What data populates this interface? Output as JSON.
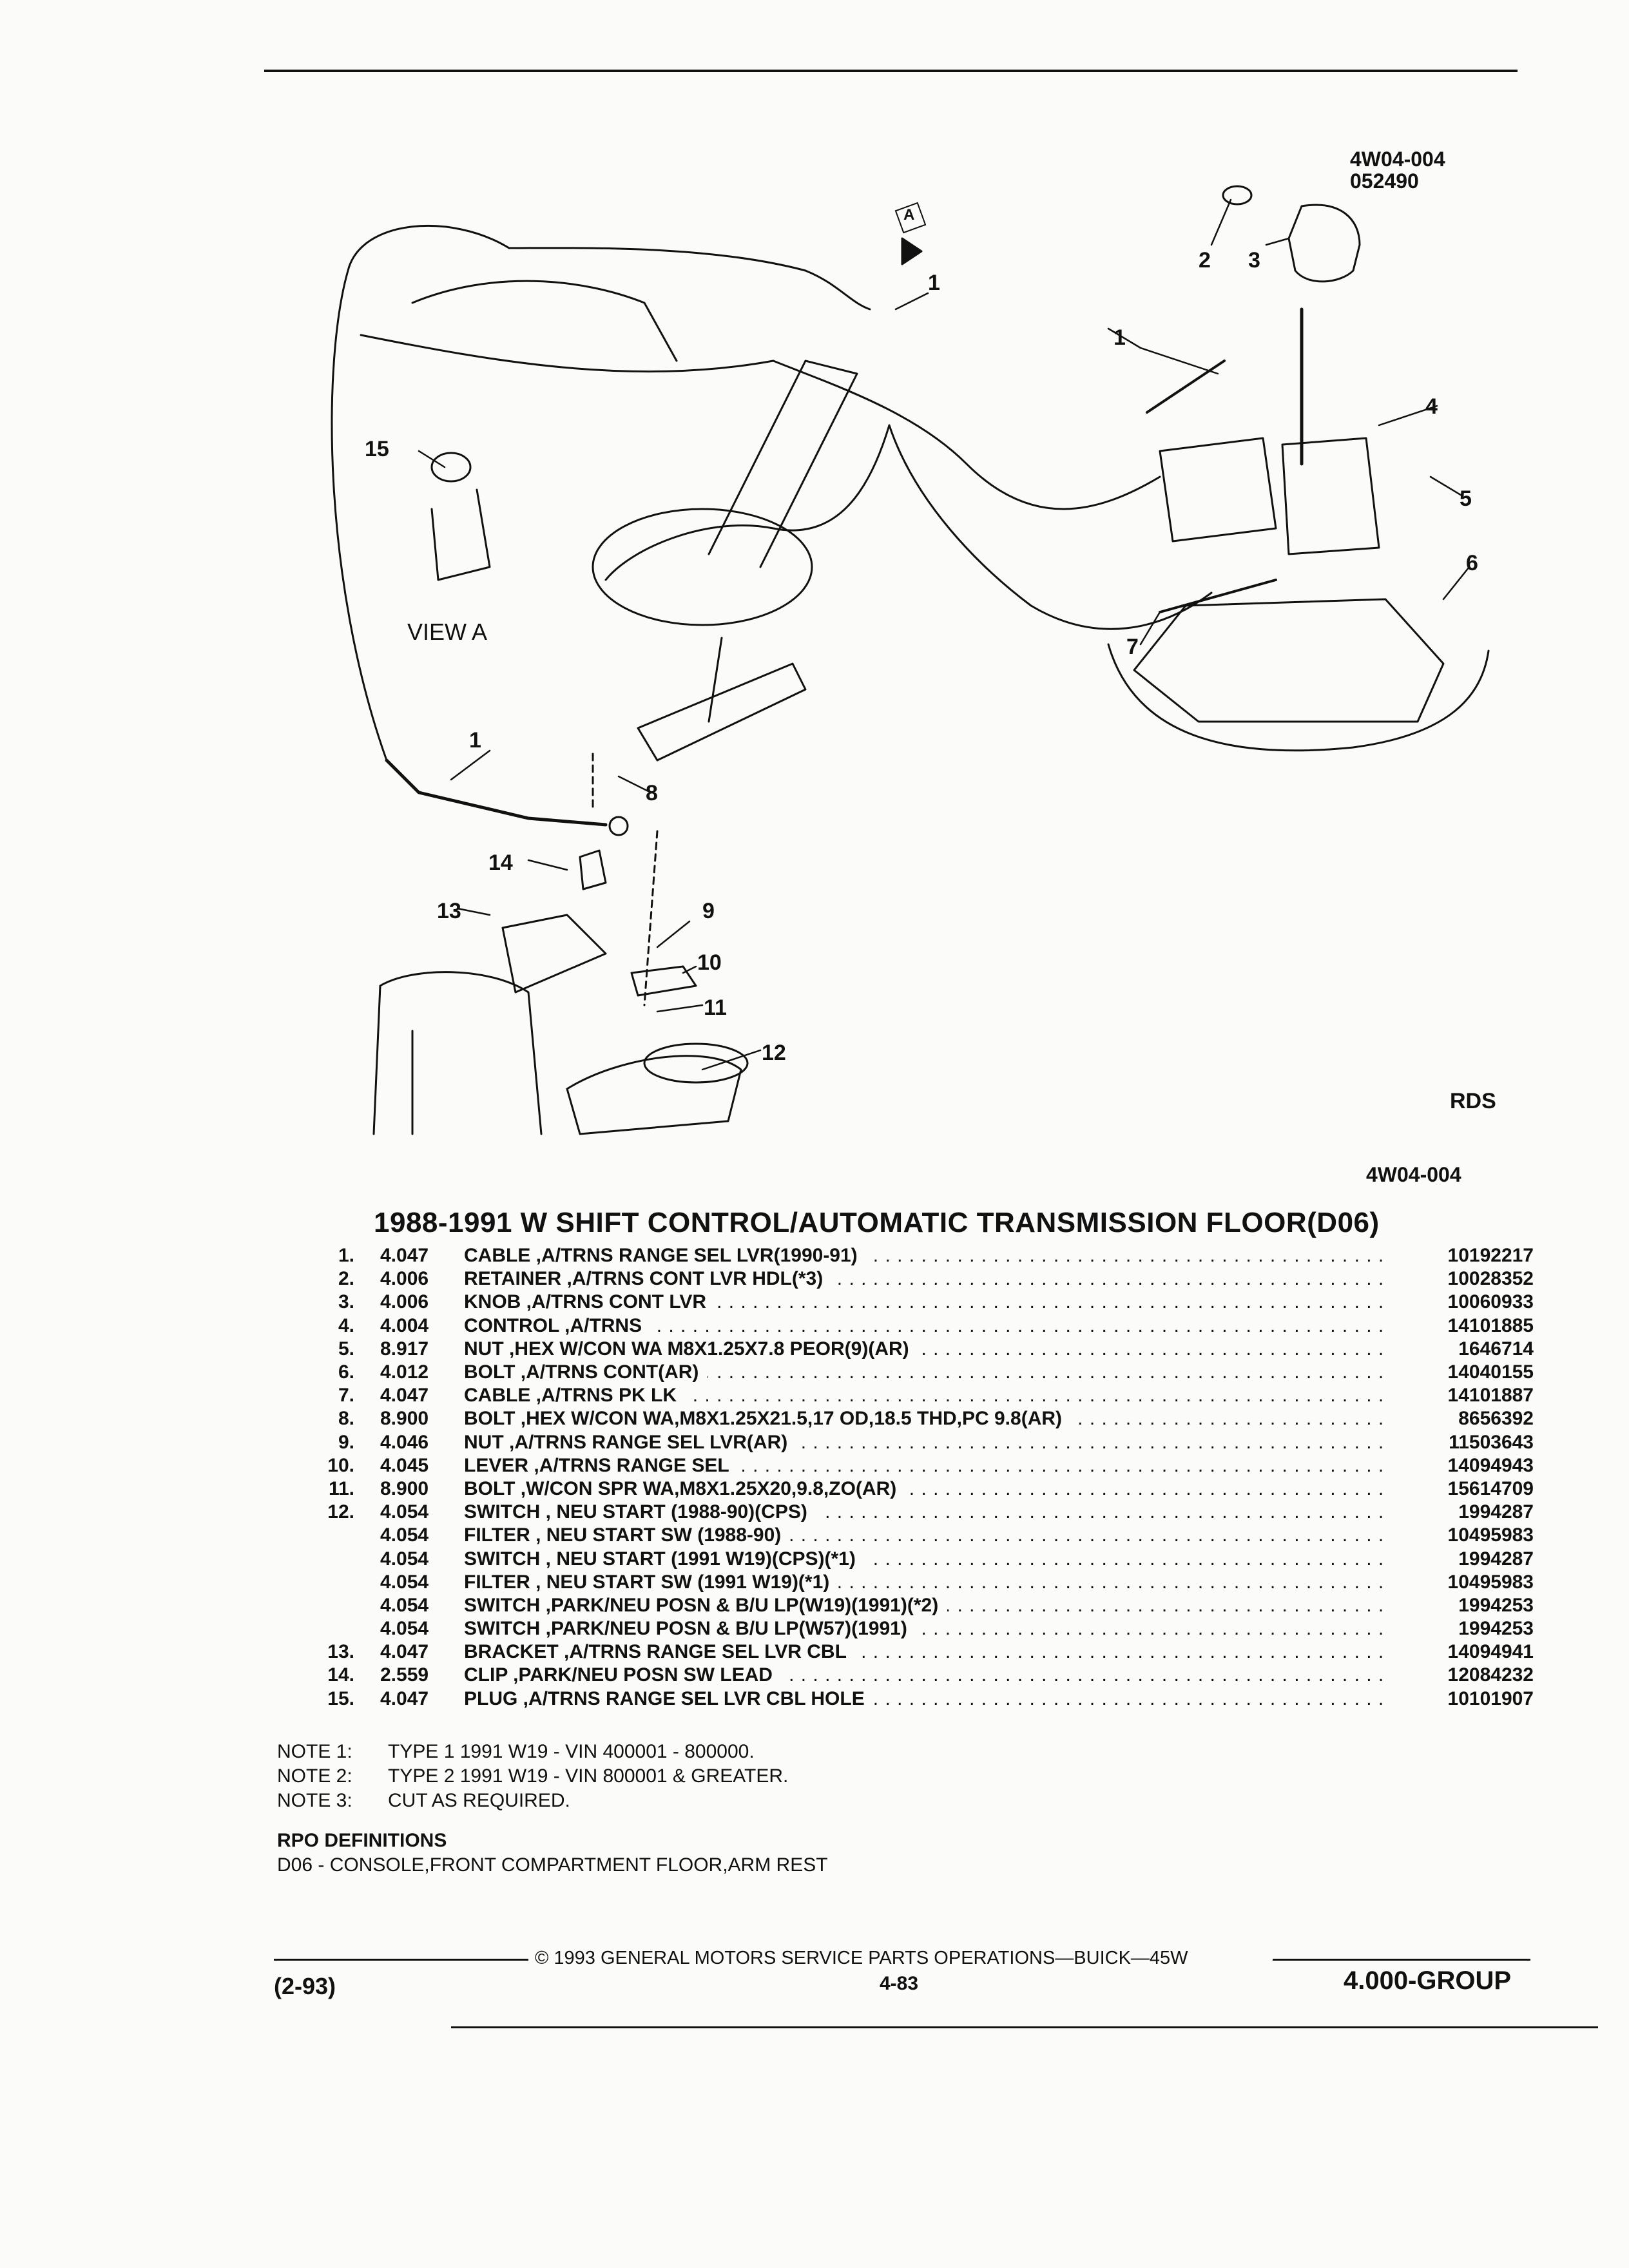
{
  "header": {
    "code_top": "4W04-004",
    "code_date": "052490"
  },
  "diagram": {
    "view_label": "VIEW A",
    "view_marker": "A",
    "rds_label": "RDS",
    "code_bottom": "4W04-004",
    "callouts": [
      "1",
      "1",
      "1",
      "2",
      "3",
      "4",
      "5",
      "6",
      "7",
      "8",
      "9",
      "10",
      "11",
      "12",
      "13",
      "14",
      "15"
    ]
  },
  "title": "1988-1991 W SHIFT CONTROL/AUTOMATIC TRANSMISSION FLOOR(D06)",
  "parts": [
    {
      "no": "1.",
      "group": "4.047",
      "desc": "CABLE ,A/TRNS RANGE SEL LVR(1990-91)",
      "part": "10192217"
    },
    {
      "no": "2.",
      "group": "4.006",
      "desc": "RETAINER ,A/TRNS CONT LVR HDL(*3)",
      "part": "10028352"
    },
    {
      "no": "3.",
      "group": "4.006",
      "desc": "KNOB ,A/TRNS CONT LVR",
      "part": "10060933"
    },
    {
      "no": "4.",
      "group": "4.004",
      "desc": "CONTROL ,A/TRNS",
      "part": "14101885"
    },
    {
      "no": "5.",
      "group": "8.917",
      "desc": "NUT ,HEX W/CON WA M8X1.25X7.8 PEOR(9)(AR)",
      "part": "1646714"
    },
    {
      "no": "6.",
      "group": "4.012",
      "desc": "BOLT ,A/TRNS CONT(AR)",
      "part": "14040155"
    },
    {
      "no": "7.",
      "group": "4.047",
      "desc": "CABLE ,A/TRNS PK LK",
      "part": "14101887"
    },
    {
      "no": "8.",
      "group": "8.900",
      "desc": "BOLT ,HEX W/CON WA,M8X1.25X21.5,17 OD,18.5 THD,PC 9.8(AR)",
      "part": "8656392"
    },
    {
      "no": "9.",
      "group": "4.046",
      "desc": "NUT ,A/TRNS RANGE SEL LVR(AR)",
      "part": "11503643"
    },
    {
      "no": "10.",
      "group": "4.045",
      "desc": "LEVER ,A/TRNS RANGE SEL",
      "part": "14094943"
    },
    {
      "no": "11.",
      "group": "8.900",
      "desc": "BOLT ,W/CON SPR WA,M8X1.25X20,9.8,ZO(AR)",
      "part": "15614709"
    },
    {
      "no": "12.",
      "group": "4.054",
      "desc": "SWITCH , NEU START (1988-90)(CPS)",
      "part": "1994287"
    },
    {
      "no": "",
      "group": "4.054",
      "desc": "FILTER , NEU START SW (1988-90)",
      "part": "10495983"
    },
    {
      "no": "",
      "group": "4.054",
      "desc": "SWITCH , NEU START (1991 W19)(CPS)(*1)",
      "part": "1994287"
    },
    {
      "no": "",
      "group": "4.054",
      "desc": "FILTER , NEU START SW (1991 W19)(*1)",
      "part": "10495983"
    },
    {
      "no": "",
      "group": "4.054",
      "desc": "SWITCH ,PARK/NEU POSN & B/U LP(W19)(1991)(*2)",
      "part": "1994253"
    },
    {
      "no": "",
      "group": "4.054",
      "desc": "SWITCH ,PARK/NEU POSN & B/U LP(W57)(1991)",
      "part": "1994253"
    },
    {
      "no": "13.",
      "group": "4.047",
      "desc": "BRACKET ,A/TRNS RANGE SEL LVR CBL",
      "part": "14094941"
    },
    {
      "no": "14.",
      "group": "2.559",
      "desc": "CLIP ,PARK/NEU POSN SW LEAD",
      "part": "12084232"
    },
    {
      "no": "15.",
      "group": "4.047",
      "desc": "PLUG ,A/TRNS RANGE SEL LVR CBL HOLE",
      "part": "10101907"
    }
  ],
  "notes": [
    {
      "key": "NOTE  1:",
      "text": "TYPE 1 1991 W19 - VIN 400001 - 800000."
    },
    {
      "key": "NOTE  2:",
      "text": "TYPE 2 1991 W19 - VIN 800001 & GREATER."
    },
    {
      "key": "NOTE  3:",
      "text": "CUT AS REQUIRED."
    }
  ],
  "rpo": {
    "heading": "RPO DEFINITIONS",
    "definition": "D06 - CONSOLE,FRONT COMPARTMENT FLOOR,ARM REST"
  },
  "footer": {
    "copyright": "© 1993 GENERAL MOTORS SERVICE PARTS OPERATIONS—BUICK—45W",
    "date": "(2-93)",
    "page": "4-83",
    "group": "4.000-GROUP"
  }
}
